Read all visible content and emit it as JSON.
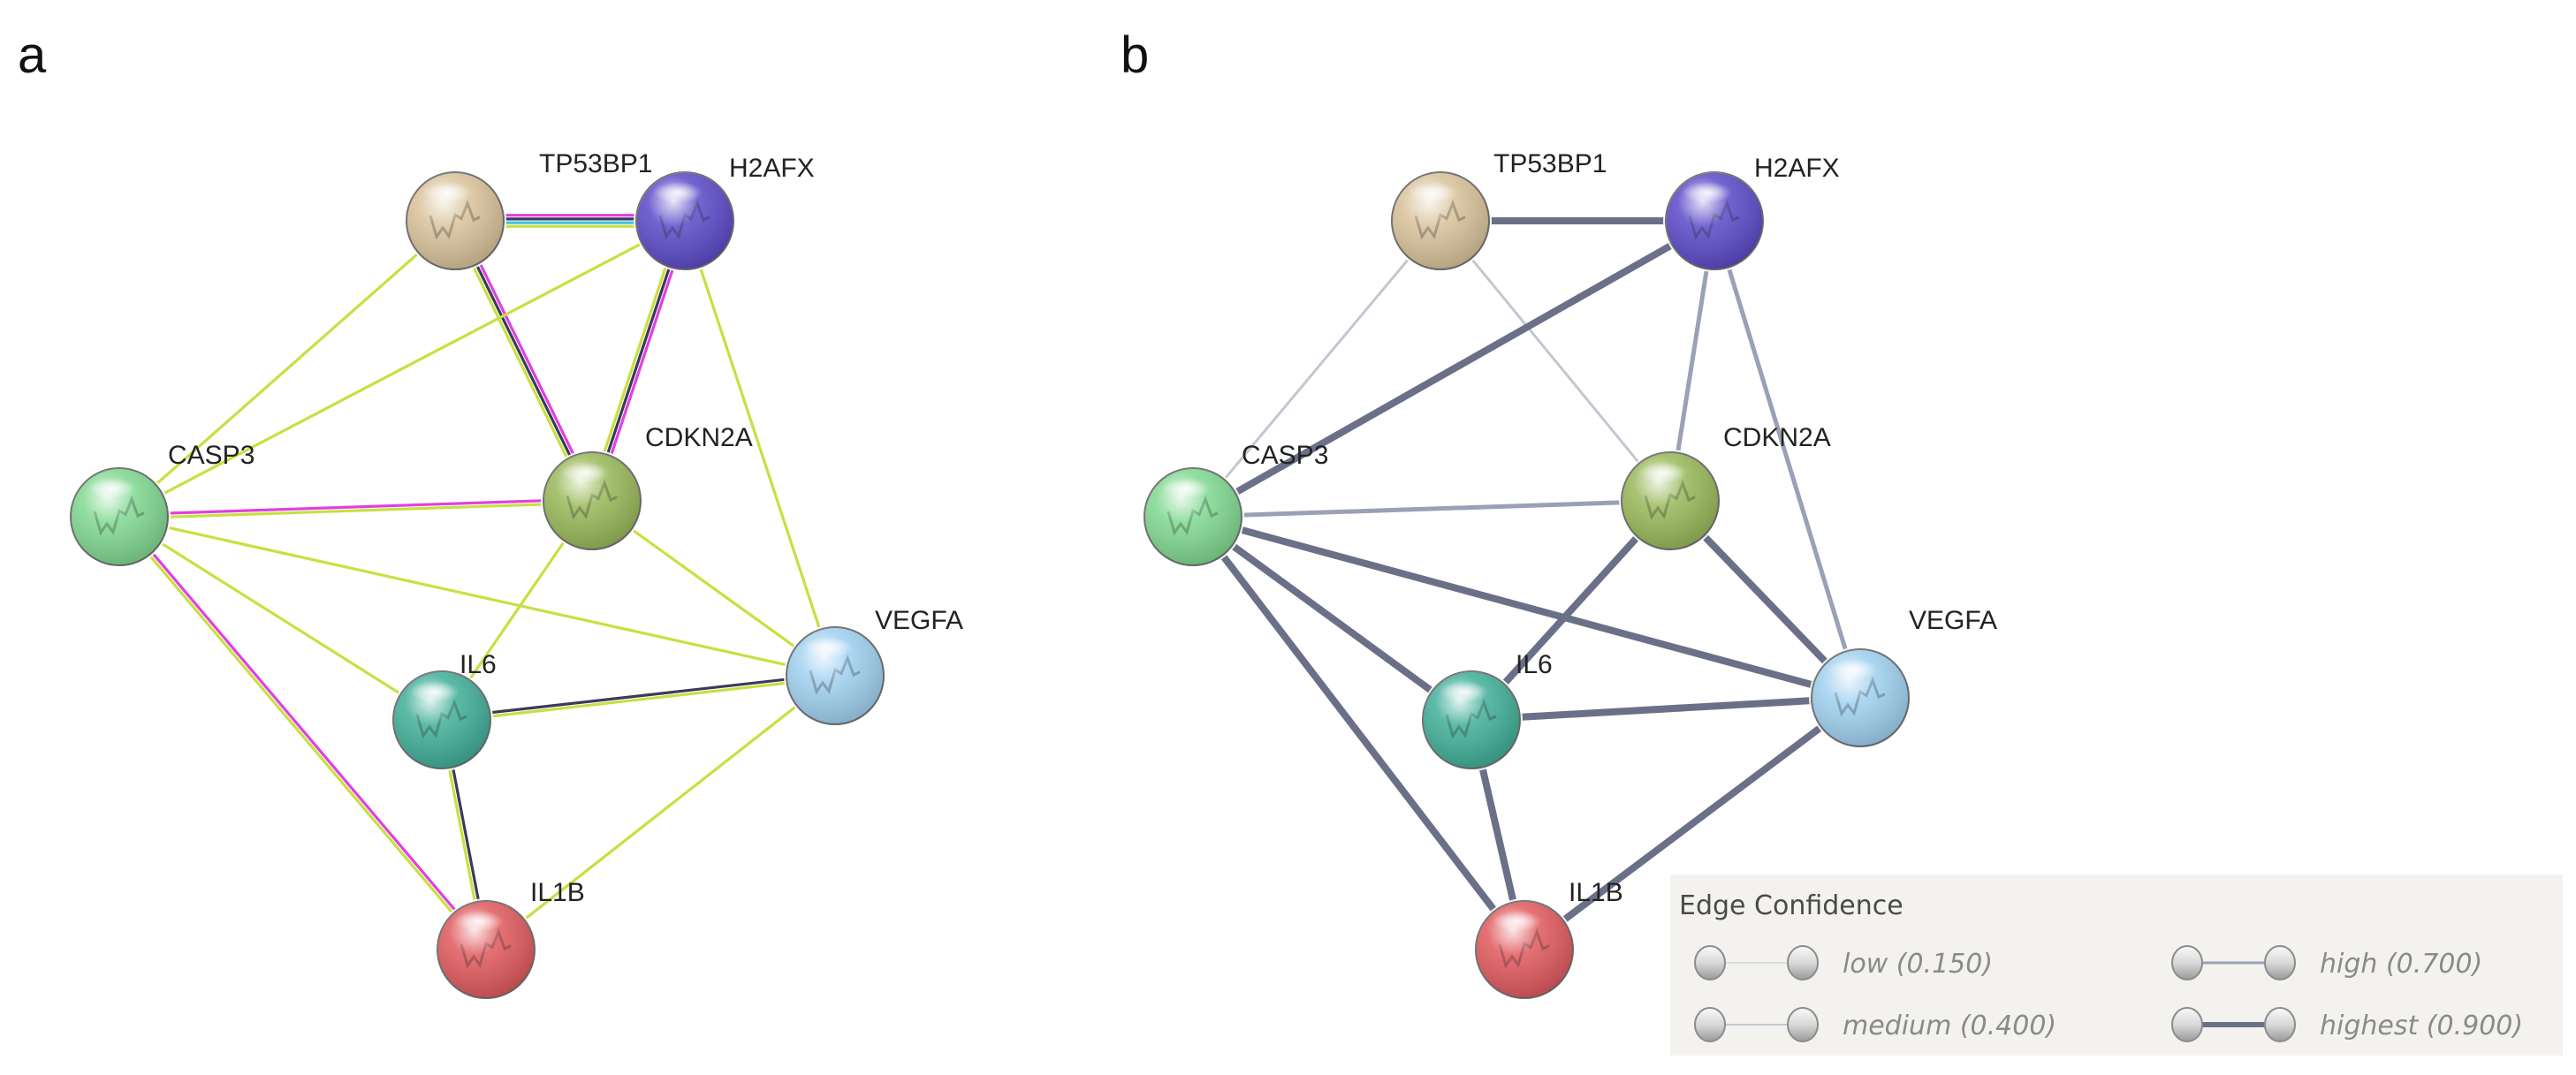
{
  "panels": [
    {
      "letter": "a",
      "edge_style": "evidence",
      "nodes": [
        {
          "id": "TP53BP1",
          "label": "TP53BP1",
          "color": "#d9c29a"
        },
        {
          "id": "H2AFX",
          "label": "H2AFX",
          "color": "#5a48c8"
        },
        {
          "id": "CASP3",
          "label": "CASP3",
          "color": "#7fd890"
        },
        {
          "id": "CDKN2A",
          "label": "CDKN2A",
          "color": "#98b858"
        },
        {
          "id": "IL6",
          "label": "IL6",
          "color": "#3fae98"
        },
        {
          "id": "VEGFA",
          "label": "VEGFA",
          "color": "#9fd0f0"
        },
        {
          "id": "IL1B",
          "label": "IL1B",
          "color": "#e0585c"
        }
      ],
      "edges": [
        {
          "source": "TP53BP1",
          "target": "H2AFX",
          "colors": [
            "#e040e0",
            "#3a3a5a",
            "#40c0e0",
            "#c8e040"
          ]
        },
        {
          "source": "TP53BP1",
          "target": "CDKN2A",
          "colors": [
            "#e040e0",
            "#3a3a5a",
            "#c8e040"
          ]
        },
        {
          "source": "TP53BP1",
          "target": "CASP3",
          "colors": [
            "#c8e040"
          ]
        },
        {
          "source": "H2AFX",
          "target": "CDKN2A",
          "colors": [
            "#e040e0",
            "#3a3a5a",
            "#c8e040"
          ]
        },
        {
          "source": "H2AFX",
          "target": "CASP3",
          "colors": [
            "#c8e040"
          ]
        },
        {
          "source": "H2AFX",
          "target": "VEGFA",
          "colors": [
            "#c8e040"
          ]
        },
        {
          "source": "CASP3",
          "target": "CDKN2A",
          "colors": [
            "#e040e0",
            "#c8e040"
          ]
        },
        {
          "source": "CASP3",
          "target": "IL6",
          "colors": [
            "#c8e040"
          ]
        },
        {
          "source": "CASP3",
          "target": "VEGFA",
          "colors": [
            "#c8e040"
          ]
        },
        {
          "source": "CASP3",
          "target": "IL1B",
          "colors": [
            "#e040e0",
            "#c8e040"
          ]
        },
        {
          "source": "CDKN2A",
          "target": "IL6",
          "colors": [
            "#c8e040"
          ]
        },
        {
          "source": "CDKN2A",
          "target": "VEGFA",
          "colors": [
            "#c8e040"
          ]
        },
        {
          "source": "IL6",
          "target": "VEGFA",
          "colors": [
            "#3a3a5a",
            "#c8e040"
          ]
        },
        {
          "source": "IL6",
          "target": "IL1B",
          "colors": [
            "#3a3a5a",
            "#c8e040"
          ]
        },
        {
          "source": "VEGFA",
          "target": "IL1B",
          "colors": [
            "#c8e040"
          ]
        }
      ]
    },
    {
      "letter": "b",
      "edge_style": "confidence",
      "nodes": [
        {
          "id": "TP53BP1",
          "label": "TP53BP1",
          "color": "#d9c29a"
        },
        {
          "id": "H2AFX",
          "label": "H2AFX",
          "color": "#5a48c8"
        },
        {
          "id": "CASP3",
          "label": "CASP3",
          "color": "#7fd890"
        },
        {
          "id": "CDKN2A",
          "label": "CDKN2A",
          "color": "#98b858"
        },
        {
          "id": "IL6",
          "label": "IL6",
          "color": "#3fae98"
        },
        {
          "id": "VEGFA",
          "label": "VEGFA",
          "color": "#9fd0f0"
        },
        {
          "id": "IL1B",
          "label": "IL1B",
          "color": "#e0585c"
        }
      ],
      "edges": [
        {
          "source": "TP53BP1",
          "target": "H2AFX",
          "confidence": 0.9
        },
        {
          "source": "TP53BP1",
          "target": "CASP3",
          "confidence": 0.4
        },
        {
          "source": "TP53BP1",
          "target": "CDKN2A",
          "confidence": 0.4
        },
        {
          "source": "H2AFX",
          "target": "CASP3",
          "confidence": 0.9
        },
        {
          "source": "H2AFX",
          "target": "CDKN2A",
          "confidence": 0.7
        },
        {
          "source": "H2AFX",
          "target": "VEGFA",
          "confidence": 0.7
        },
        {
          "source": "CASP3",
          "target": "CDKN2A",
          "confidence": 0.7
        },
        {
          "source": "CASP3",
          "target": "IL6",
          "confidence": 0.9
        },
        {
          "source": "CASP3",
          "target": "VEGFA",
          "confidence": 0.9
        },
        {
          "source": "CASP3",
          "target": "IL1B",
          "confidence": 0.9
        },
        {
          "source": "CDKN2A",
          "target": "IL6",
          "confidence": 0.9
        },
        {
          "source": "CDKN2A",
          "target": "VEGFA",
          "confidence": 0.9
        },
        {
          "source": "IL6",
          "target": "VEGFA",
          "confidence": 0.9
        },
        {
          "source": "IL6",
          "target": "IL1B",
          "confidence": 0.9
        },
        {
          "source": "VEGFA",
          "target": "IL1B",
          "confidence": 0.9
        }
      ]
    }
  ],
  "legend": {
    "title": "Edge Confidence",
    "items": [
      {
        "label": "low (0.150)",
        "confidence": 0.15
      },
      {
        "label": "medium (0.400)",
        "confidence": 0.4
      },
      {
        "label": "high (0.700)",
        "confidence": 0.7
      },
      {
        "label": "highest (0.900)",
        "confidence": 0.9
      }
    ]
  }
}
